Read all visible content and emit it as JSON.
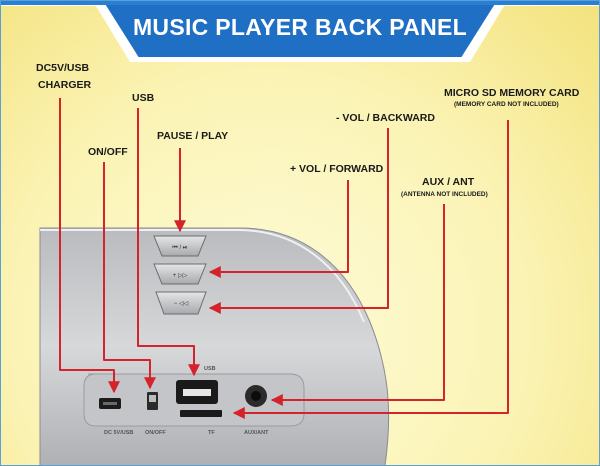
{
  "title": "MUSIC PLAYER BACK PANEL",
  "callouts": {
    "charger_line1": "DC5V/USB",
    "charger_line2": "CHARGER",
    "usb": "USB",
    "on_off": "ON/OFF",
    "pause_play": "PAUSE / PLAY",
    "vol_backward": "- VOL / BACKWARD",
    "vol_forward": "+ VOL / FORWARD",
    "aux_ant": "AUX / ANT",
    "aux_ant_note": "(ANTENNA NOT INCLUDED)",
    "micro_sd": "MICRO SD MEMORY CARD",
    "micro_sd_note": "(MEMORY CARD NOT INCLUDED)"
  },
  "panel_labels": {
    "dc5v_usb": "DC 5V/USB",
    "on_off": "ON/OFF",
    "usb": "USB",
    "tf": "TF",
    "aux_ant": "AUX/ANT"
  },
  "colors": {
    "banner": "#1f6fc4",
    "arrow": "#d4232a",
    "device_body": "#c9cbce"
  }
}
